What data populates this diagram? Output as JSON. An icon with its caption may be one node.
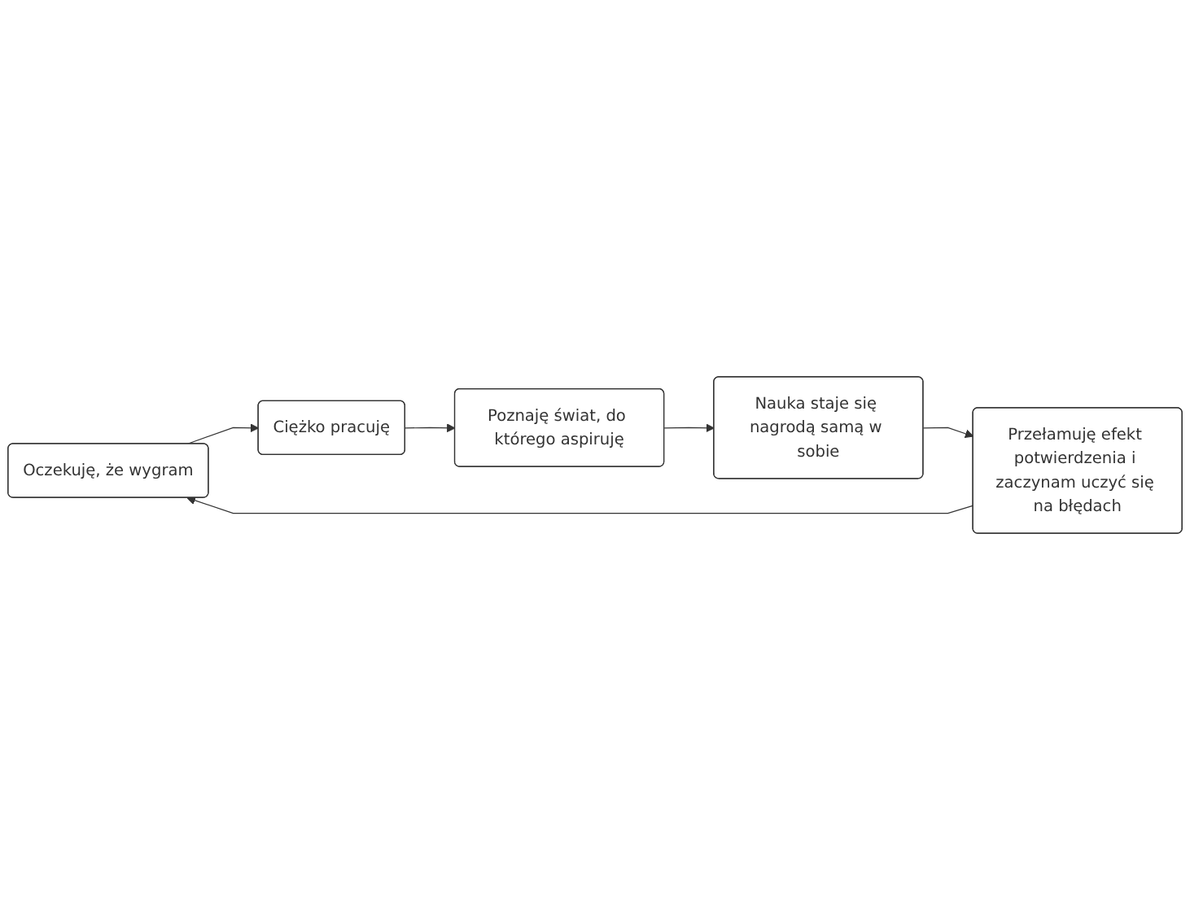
{
  "diagram": {
    "nodes": [
      {
        "text": [
          "Oczekuję, że wygram"
        ]
      },
      {
        "text": [
          "Ciężko pracuję"
        ]
      },
      {
        "text": [
          "Poznaję świat, do którego aspiruję"
        ]
      },
      {
        "text": [
          "Nauka staje się nagrodą samą w sobie"
        ]
      },
      {
        "text": [
          "Przełamuję efekt potwierdzenia i zaczynam uczyć się na błędach"
        ]
      }
    ],
    "edges": [
      {
        "from": 0,
        "to": 1,
        "arrow": "to"
      },
      {
        "from": 1,
        "to": 2,
        "arrow": "to"
      },
      {
        "from": 2,
        "to": 3,
        "arrow": "to"
      },
      {
        "from": 3,
        "to": 4,
        "arrow": "to"
      },
      {
        "from": 4,
        "to": 0,
        "arrow": "to"
      }
    ]
  }
}
